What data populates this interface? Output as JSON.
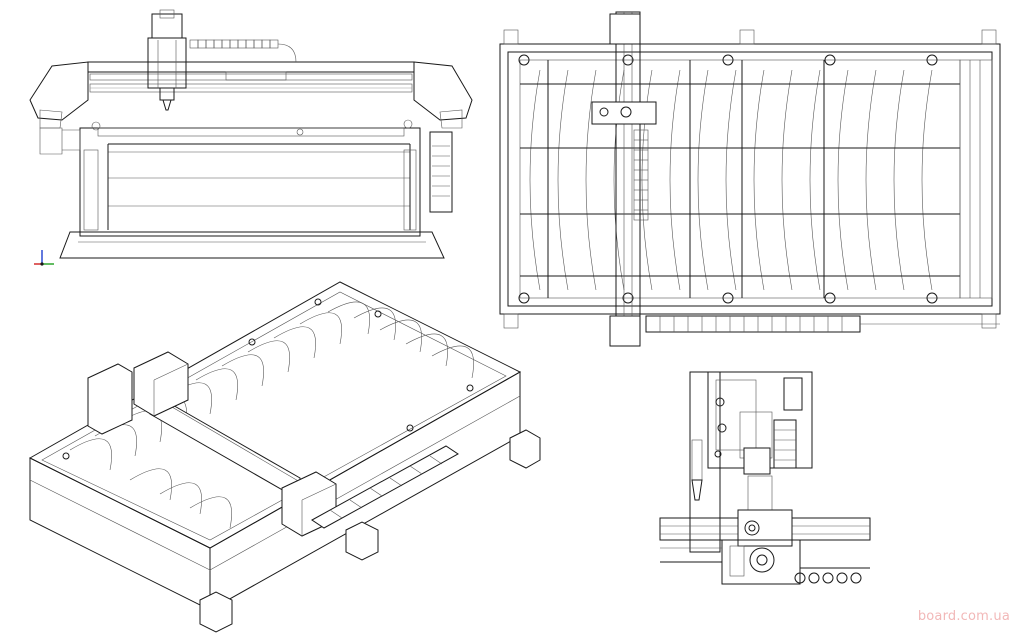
{
  "views": [
    {
      "id": "front-elevation",
      "type": "front view"
    },
    {
      "id": "top-plan",
      "type": "top view"
    },
    {
      "id": "isometric",
      "type": "isometric view"
    },
    {
      "id": "side-detail",
      "type": "side detail view"
    }
  ],
  "axis_triad": {
    "x": "X",
    "y": "Y",
    "z": "Z"
  },
  "watermark": "board.com.ua",
  "colors": {
    "line": "#1a1a1a",
    "watermark": "#f2b8b8",
    "triad_x": "#d02020",
    "triad_y": "#20a020",
    "triad_z": "#2040d0"
  }
}
